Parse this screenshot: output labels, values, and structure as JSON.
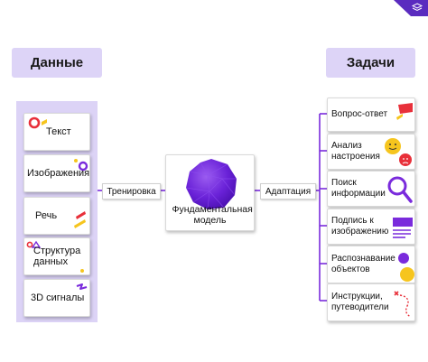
{
  "left_header": "Данные",
  "right_header": "Задачи",
  "data_sources": [
    {
      "label": "Текст",
      "icon": "red-ring-yellow-bar-icon"
    },
    {
      "label": "Изображения",
      "icon": "purple-ring-icon"
    },
    {
      "label": "Речь",
      "icon": "speech-strokes-icon"
    },
    {
      "label": "Структура данных",
      "icon": "triangle-dots-icon"
    },
    {
      "label": "3D сигналы",
      "icon": "zigzag-icon"
    }
  ],
  "center": {
    "label": "Фундаментальная модель",
    "icon": "purple-sphere-icon"
  },
  "training_label": "Тренировка",
  "adaptation_label": "Адаптация",
  "tasks": [
    {
      "label": "Вопрос-ответ",
      "icon": "red-flag-icon"
    },
    {
      "label": "Анализ настроения",
      "icon": "emoji-faces-icon"
    },
    {
      "label": "Поиск информации",
      "icon": "magnifier-icon"
    },
    {
      "label": "Подпись к изображению",
      "icon": "image-caption-icon"
    },
    {
      "label": "Распознавание объектов",
      "icon": "yellow-circles-icon"
    },
    {
      "label": "Инструкции, путеводители",
      "icon": "dotted-route-icon"
    }
  ],
  "colors": {
    "accent": "#7a2bdc",
    "panel": "#dcd3f6",
    "red": "#e8303a",
    "yellow": "#f6c51e"
  }
}
